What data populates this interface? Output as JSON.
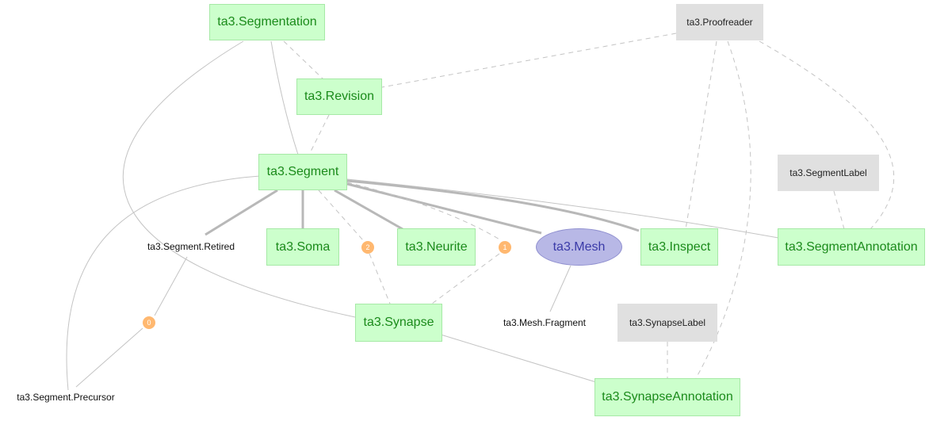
{
  "diagram": {
    "nodes": {
      "segmentation": "ta3.Segmentation",
      "proofreader": "ta3.Proofreader",
      "revision": "ta3.Revision",
      "segment": "ta3.Segment",
      "segment_label": "ta3.SegmentLabel",
      "segment_retired": "ta3.Segment.Retired",
      "soma": "ta3.Soma",
      "neurite": "ta3.Neurite",
      "mesh": "ta3.Mesh",
      "inspect": "ta3.Inspect",
      "segment_annotation": "ta3.SegmentAnnotation",
      "synapse": "ta3.Synapse",
      "mesh_fragment": "ta3.Mesh.Fragment",
      "synapse_label": "ta3.SynapseLabel",
      "segment_precursor": "ta3.Segment.Precursor",
      "synapse_annotation": "ta3.SynapseAnnotation"
    },
    "badges": {
      "b0": "0",
      "b1": "1",
      "b2": "2"
    },
    "colors": {
      "node_fill": "#ccffcc",
      "node_text": "#1a8a1a",
      "label_fill": "#e0e0e0",
      "mesh_fill": "#b8b8e6",
      "badge_fill": "#ffb870"
    }
  }
}
